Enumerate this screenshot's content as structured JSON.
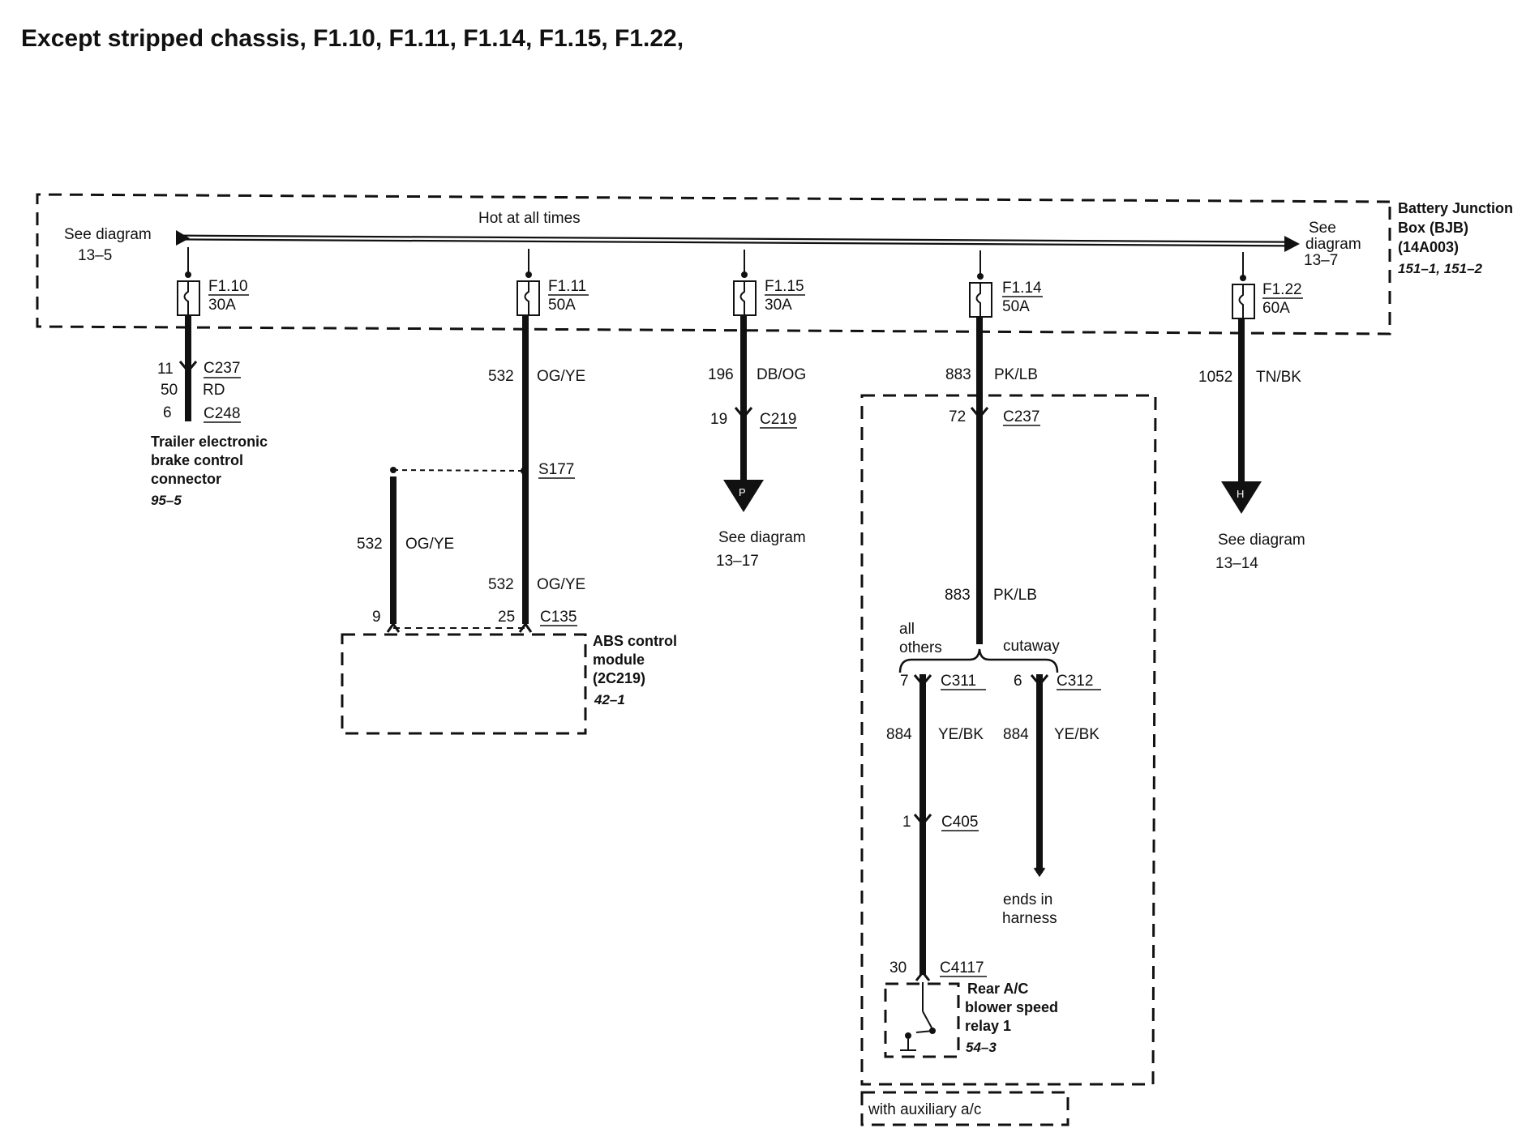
{
  "title": "Except stripped chassis, F1.10, F1.11, F1.14, F1.15, F1.22,",
  "bus": {
    "label": "Hot at all times",
    "left_ref_line1": "See diagram",
    "left_ref_line2": "13–5",
    "right_ref_line1": "See",
    "right_ref_line2": "diagram",
    "right_ref_line3": "13–7"
  },
  "bjb": {
    "line1": "Battery Junction",
    "line2": "Box (BJB)",
    "line3": "(14A003)",
    "ref": "151–1, 151–2"
  },
  "fuses": [
    {
      "name": "F1.10",
      "rating": "30A"
    },
    {
      "name": "F1.11",
      "rating": "50A"
    },
    {
      "name": "F1.15",
      "rating": "30A"
    },
    {
      "name": "F1.14",
      "rating": "50A"
    },
    {
      "name": "F1.22",
      "rating": "60A"
    }
  ],
  "branch1": {
    "pin_top": "11",
    "conn_top": "C237",
    "circuit": "50",
    "color": "RD",
    "pin_bottom": "6",
    "conn_bottom": "C248",
    "dest_line1": "Trailer electronic",
    "dest_line2": "brake control",
    "dest_line3": "connector",
    "dest_ref": "95–5"
  },
  "branch2": {
    "circuit": "532",
    "color": "OG/YE",
    "splice": "S177",
    "left_circuit": "532",
    "left_color": "OG/YE",
    "right_circuit": "532",
    "right_color": "OG/YE",
    "pin_left": "9",
    "pin_right": "25",
    "conn": "C135",
    "module_line1": "ABS control",
    "module_line2": "module",
    "module_line3": "(2C219)",
    "module_ref": "42–1"
  },
  "branch3": {
    "circuit": "196",
    "color": "DB/OG",
    "pin": "19",
    "conn": "C219",
    "arrow_letter": "P",
    "see_line1": "See diagram",
    "see_line2": "13–17"
  },
  "branch4": {
    "circuit": "883",
    "color": "PK/LB",
    "pin": "72",
    "conn": "C237",
    "circuit2": "883",
    "color2": "PK/LB",
    "label_others_1": "all",
    "label_others_2": "others",
    "label_cutaway": "cutaway",
    "left_pin": "7",
    "left_conn": "C311",
    "left_circuit": "884",
    "left_color": "YE/BK",
    "c405_pin": "1",
    "c405": "C405",
    "c4117_pin": "30",
    "c4117": "C4117",
    "relay_line1": "Rear A/C",
    "relay_line2": "blower speed",
    "relay_line3": "relay 1",
    "relay_ref": "54–3",
    "right_pin": "6",
    "right_conn": "C312",
    "right_circuit": "884",
    "right_color": "YE/BK",
    "ends_line1": "ends in",
    "ends_line2": "harness",
    "option_label": "with auxiliary a/c"
  },
  "branch5": {
    "circuit": "1052",
    "color": "TN/BK",
    "arrow_letter": "H",
    "see_line1": "See diagram",
    "see_line2": "13–14"
  }
}
